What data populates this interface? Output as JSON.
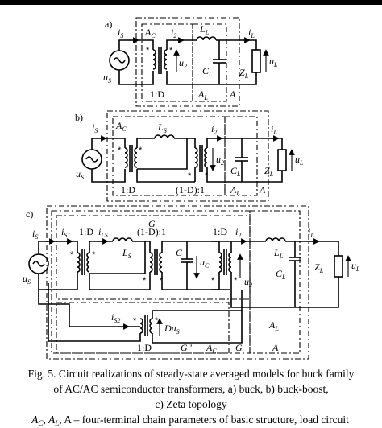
{
  "header": {
    "title": "Steady-State Averaged Models Circuit Diagrams"
  },
  "panel_a": {
    "tag": "a)",
    "labels": {
      "iS": "i",
      "iS_sub": "S",
      "AC": "A",
      "AC_sub": "C",
      "i2": "i",
      "i2_sub": "2",
      "LL": "L",
      "LL_sub": "L",
      "iL": "i",
      "iL_sub": "L",
      "u2": "u",
      "u2_sub": "2",
      "CL": "C",
      "CL_sub": "L",
      "ZL": "Z",
      "ZL_sub": "L",
      "uL": "u",
      "uL_sub": "L",
      "uS": "u",
      "uS_sub": "S",
      "ratio": "1:D",
      "AL": "A",
      "AL_sub": "L",
      "A": "A",
      "star": "*"
    }
  },
  "panel_b": {
    "tag": "b)",
    "labels": {
      "iS": "i",
      "iS_sub": "S",
      "AC": "A",
      "AC_sub": "C",
      "LS": "L",
      "LS_sub": "S",
      "i2": "i",
      "i2_sub": "2",
      "iL": "i",
      "iL_sub": "L",
      "u2": "u",
      "u2_sub": "2",
      "CL": "C",
      "CL_sub": "L",
      "ZL": "Z",
      "ZL_sub": "L",
      "uL": "u",
      "uL_sub": "L",
      "uS": "u",
      "uS_sub": "S",
      "ratio1": "1:D",
      "ratio2": "(1-D):1",
      "AL": "A",
      "AL_sub": "L",
      "A": "A",
      "star": "*"
    }
  },
  "panel_c": {
    "tag": "c)",
    "labels": {
      "G": "G",
      "iS": "i",
      "iS_sub": "S",
      "iS1": "i",
      "iS1_sub": "S1",
      "ratio1": "1:D",
      "iLS": "i",
      "iLS_sub": "LS",
      "ratio2": "(1-D):1",
      "ratio3": "1:D",
      "i2": "i",
      "i2_sub": "2",
      "iL": "i",
      "iL_sub": "L",
      "LS": "L",
      "LS_sub": "S",
      "C": "C",
      "uC": "u",
      "uC_sub": "C",
      "LL": "L",
      "LL_sub": "L",
      "CL": "C",
      "CL_sub": "L",
      "ZL": "Z",
      "ZL_sub": "L",
      "u2": "u",
      "u2_sub": "2",
      "uL": "u",
      "uL_sub": "L",
      "uS": "u",
      "uS_sub": "S",
      "iS2": "i",
      "iS2_sub": "S2",
      "DuS": "Du",
      "DuS_sub": "S",
      "ratio4": "1:D",
      "Gpp": "G''",
      "AC": "A",
      "AC_sub": "C",
      "G2": "G",
      "AL": "A",
      "AL_sub": "L",
      "A": "A",
      "star": "*"
    }
  },
  "caption": {
    "line1": "Fig. 5. Circuit realizations of steady-state averaged models for buck family",
    "line2": "of AC/AC semiconductor transformers, a) buck, b) buck-boost,",
    "line3": "c) Zeta topology",
    "line4_a": "A",
    "line4_a_sub": "C",
    "line4_b": ", A",
    "line4_b_sub": "L",
    "line4_c": ", A – four-terminal chain parameters of basic structure, load circuit"
  }
}
